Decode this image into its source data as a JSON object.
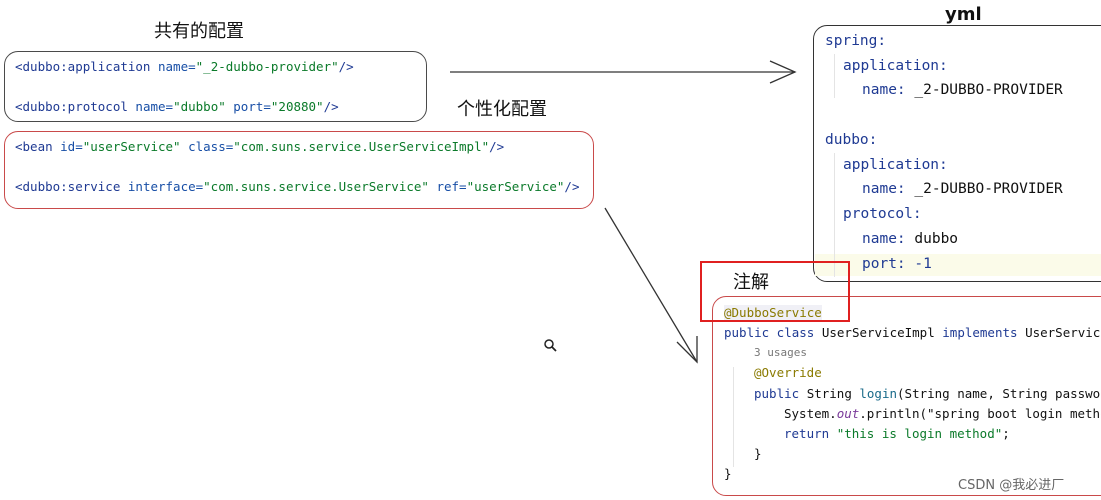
{
  "labels": {
    "shared": "共有的配置",
    "personal": "个性化配置",
    "yml": "yml",
    "annotation": "注解"
  },
  "shared_xml": {
    "line1": {
      "open": "<dubbo:application ",
      "attr1": "name=",
      "val1": "\"_2-dubbo-provider\"",
      "close": "/>"
    },
    "line2": {
      "open": "<dubbo:protocol ",
      "attr1": "name=",
      "val1": "\"dubbo\"",
      "attr2": " port=",
      "val2": "\"20880\"",
      "close": "/>"
    }
  },
  "personal_xml": {
    "line1": {
      "open": "<bean ",
      "attr1": "id=",
      "val1": "\"userService\"",
      "attr2": " class=",
      "val2": "\"com.suns.service.UserServiceImpl\"",
      "close": "/>"
    },
    "line2": {
      "open": "<dubbo:service ",
      "attr1": "interface=",
      "val1": "\"com.suns.service.UserService\"",
      "attr2": " ref=",
      "val2": "\"userService\"",
      "close": "/>"
    }
  },
  "yml": {
    "l1_key": "spring:",
    "l2_key": "application:",
    "l3_key": "name:",
    "l3_val": " _2-DUBBO-PROVIDER",
    "l4_key": "dubbo:",
    "l5_key": "application:",
    "l6_key": "name:",
    "l6_val": " _2-DUBBO-PROVIDER",
    "l7_key": "protocol:",
    "l8_key": "name:",
    "l8_val": " dubbo",
    "l9_key": "port:",
    "l9_val": " -1"
  },
  "code": {
    "ann": "@DubboService",
    "l2_kw1": "public class ",
    "l2_name": "UserServiceImpl ",
    "l2_kw2": "implements ",
    "l2_iface": "UserService {",
    "usages": "3 usages",
    "override": "@Override",
    "l5_kw": "public ",
    "l5_type": "String ",
    "l5_fn": "login",
    "l5_rest": "(String name, String password) {",
    "l6_a": "System.",
    "l6_out": "out",
    "l6_b": ".println(\"spring boot login method\");",
    "l7_kw": "return ",
    "l7_str": "\"this is login method\"",
    "l7_end": ";",
    "l8": "}",
    "l9": "}"
  },
  "watermark": "CSDN @我必进厂"
}
